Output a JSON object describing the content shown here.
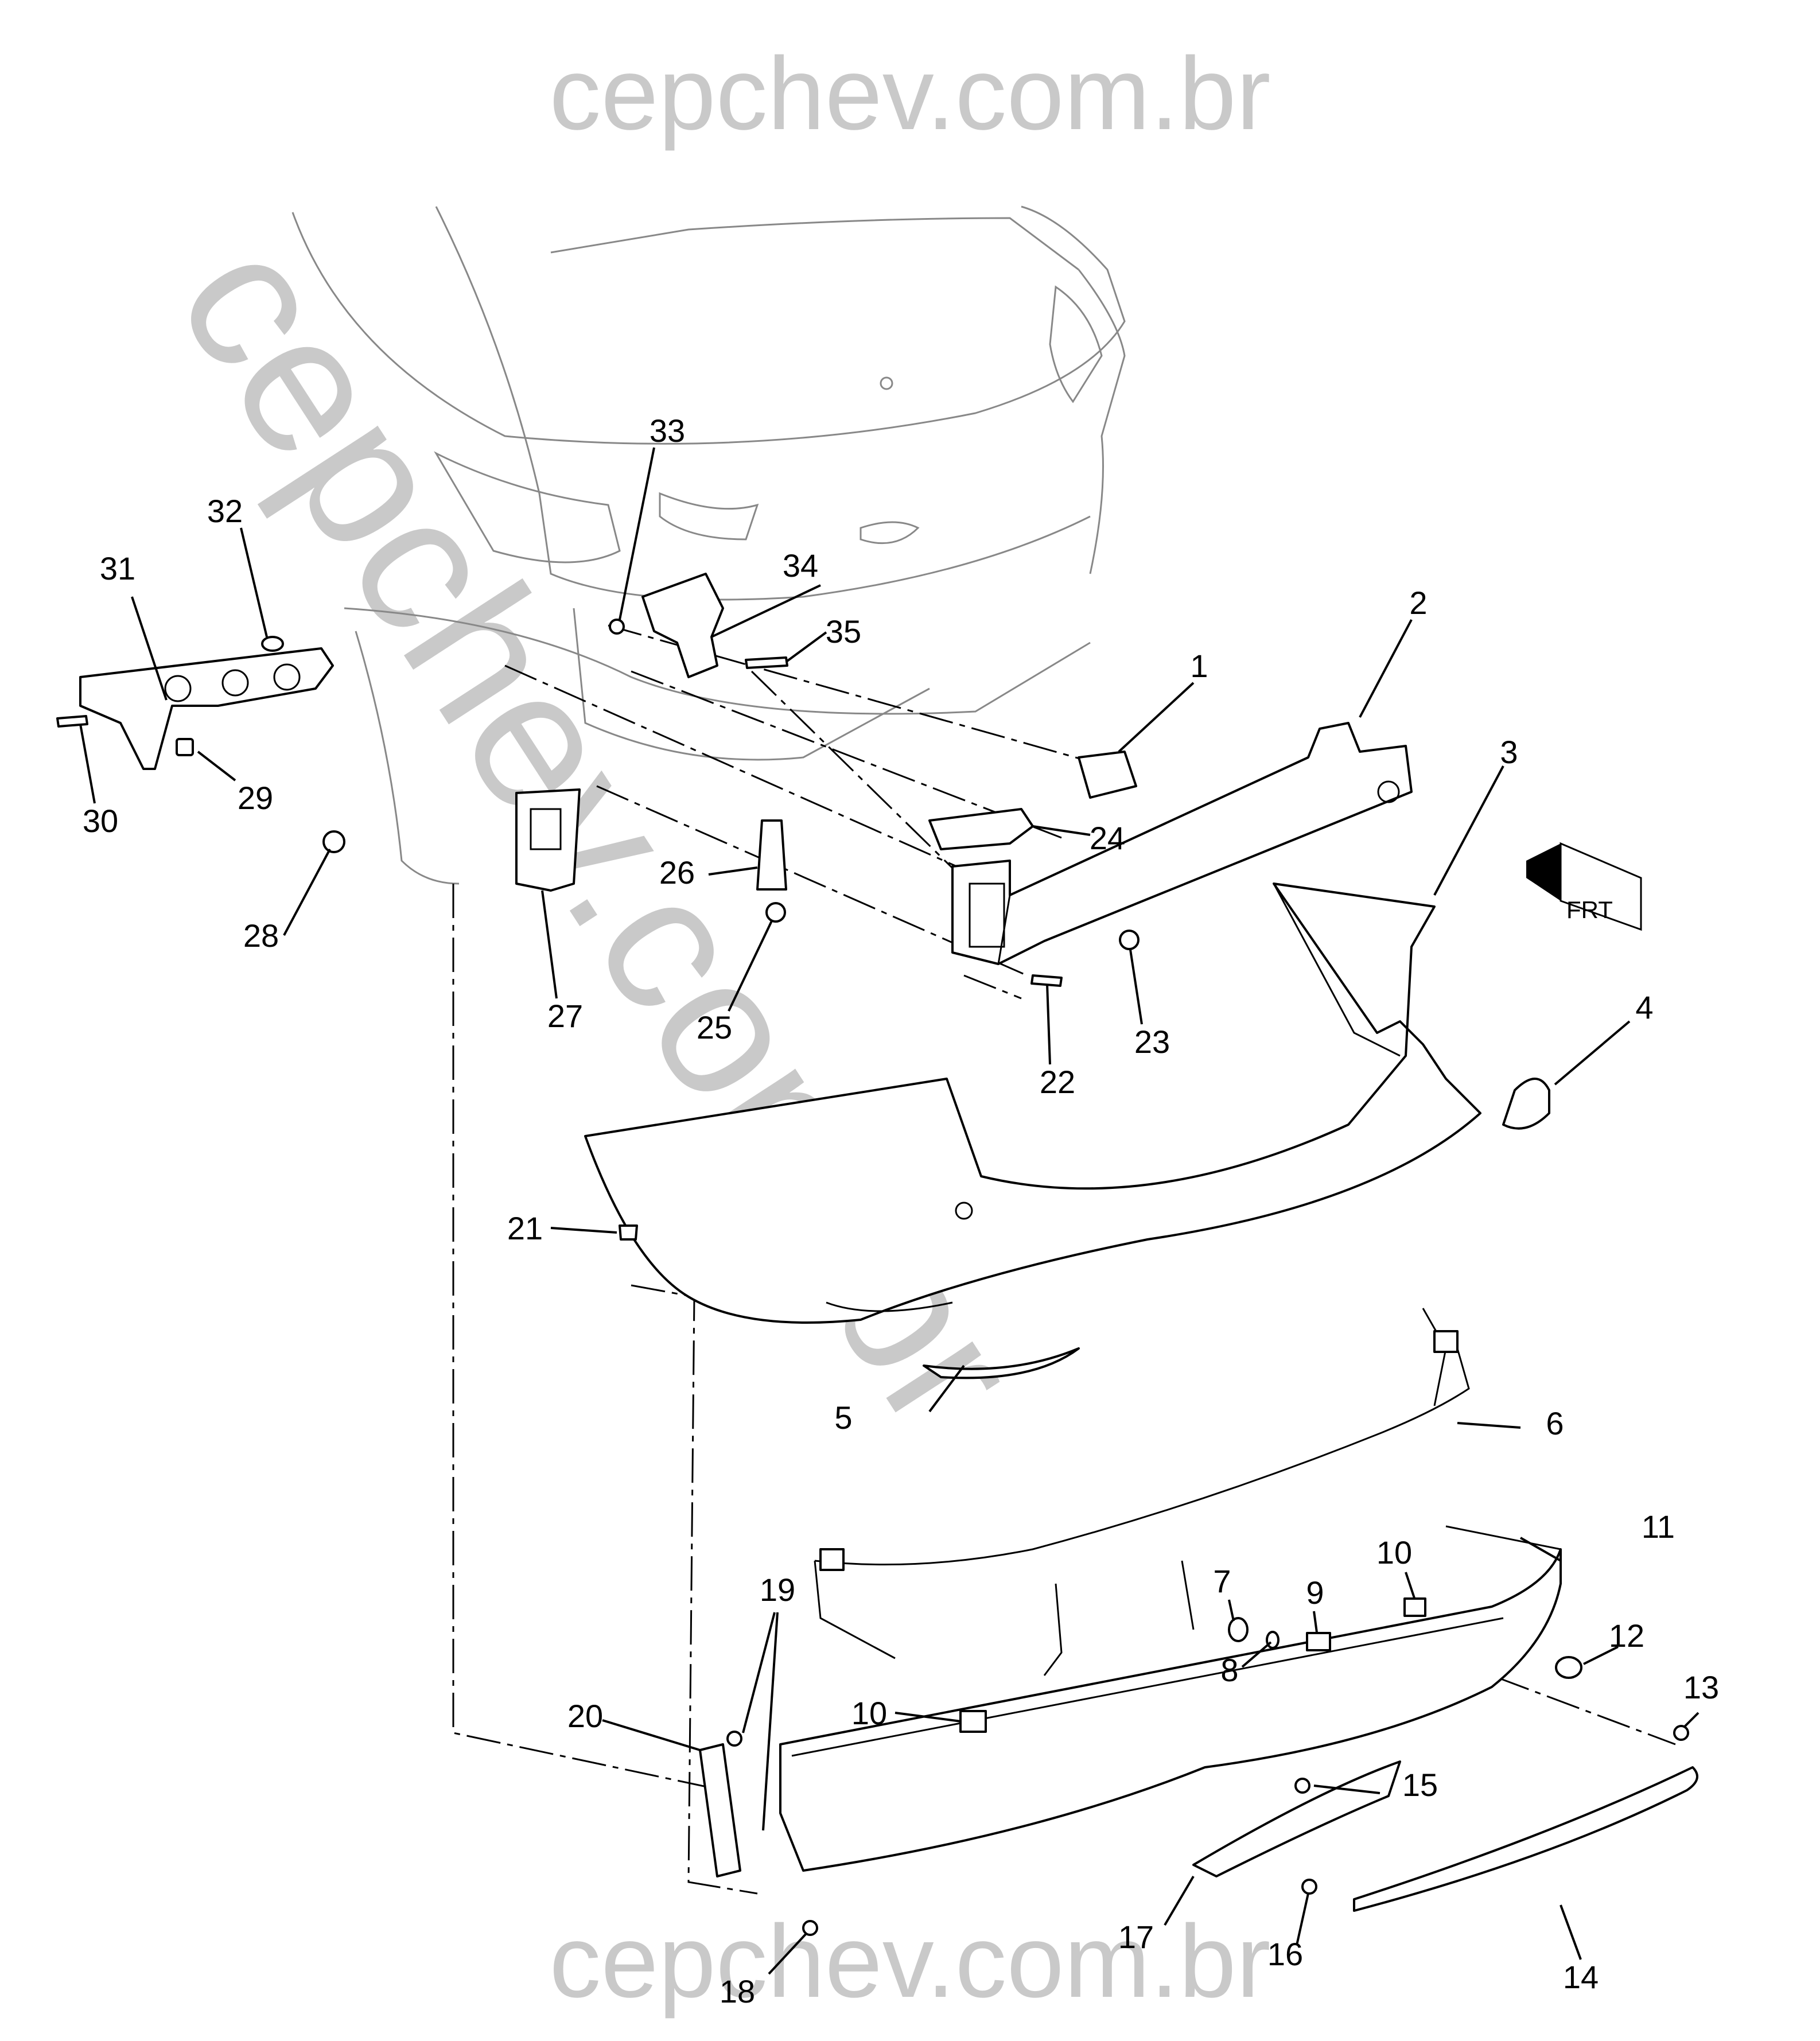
{
  "watermark": {
    "top": "cepchev.com.br",
    "bottom": "cepchev.com.br",
    "diagonal": "cepchev.com.br"
  },
  "front_indicator": "FRT",
  "callouts": {
    "c1": "1",
    "c2": "2",
    "c3": "3",
    "c4": "4",
    "c5": "5",
    "c6": "6",
    "c7": "7",
    "c8": "8",
    "c9": "9",
    "c10a": "10",
    "c10b": "10",
    "c11": "11",
    "c12": "12",
    "c13": "13",
    "c14": "14",
    "c15": "15",
    "c16": "16",
    "c17": "17",
    "c18": "18",
    "c19": "19",
    "c20": "20",
    "c21": "21",
    "c22": "22",
    "c23": "23",
    "c24": "24",
    "c25": "25",
    "c26": "26",
    "c27": "27",
    "c28": "28",
    "c29": "29",
    "c30": "30",
    "c31": "31",
    "c32": "32",
    "c33": "33",
    "c34": "34",
    "c35": "35"
  }
}
